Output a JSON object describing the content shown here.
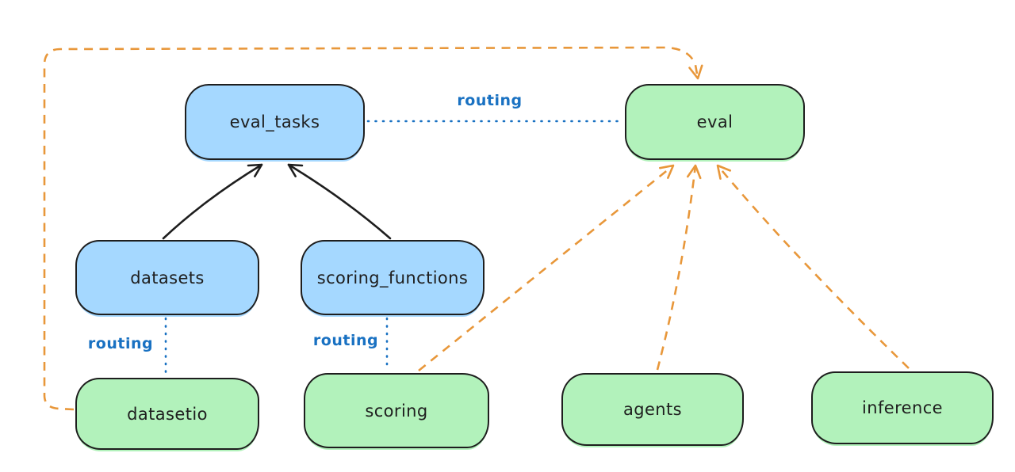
{
  "diagram": {
    "kind": "architecture-diagram",
    "colors": {
      "background": "#ffffff",
      "api_fill": "#a5d8ff",
      "provider_fill": "#b2f2bb",
      "node_stroke": "#1e1e1e",
      "routing_blue": "#1971c2",
      "arrow_orange": "#e8973a"
    },
    "nodes": {
      "eval_tasks": {
        "label": "eval_tasks",
        "kind": "api"
      },
      "eval": {
        "label": "eval",
        "kind": "provider"
      },
      "datasets": {
        "label": "datasets",
        "kind": "api"
      },
      "scoring_functions": {
        "label": "scoring_functions",
        "kind": "api"
      },
      "datasetio": {
        "label": "datasetio",
        "kind": "provider"
      },
      "scoring": {
        "label": "scoring",
        "kind": "provider"
      },
      "agents": {
        "label": "agents",
        "kind": "provider"
      },
      "inference": {
        "label": "inference",
        "kind": "provider"
      }
    },
    "edges": [
      {
        "from": "datasets",
        "to": "eval_tasks",
        "style": "solid-arrow",
        "label": ""
      },
      {
        "from": "scoring_functions",
        "to": "eval_tasks",
        "style": "solid-arrow",
        "label": ""
      },
      {
        "from": "eval_tasks",
        "to": "eval",
        "style": "dotted",
        "label": "routing"
      },
      {
        "from": "datasets",
        "to": "datasetio",
        "style": "dotted",
        "label": "routing"
      },
      {
        "from": "scoring_functions",
        "to": "scoring",
        "style": "dotted",
        "label": "routing"
      },
      {
        "from": "datasetio",
        "to": "eval",
        "style": "dashed-arrow",
        "label": ""
      },
      {
        "from": "scoring",
        "to": "eval",
        "style": "dashed-arrow",
        "label": ""
      },
      {
        "from": "agents",
        "to": "eval",
        "style": "dashed-arrow",
        "label": ""
      },
      {
        "from": "inference",
        "to": "eval",
        "style": "dashed-arrow",
        "label": ""
      }
    ]
  }
}
